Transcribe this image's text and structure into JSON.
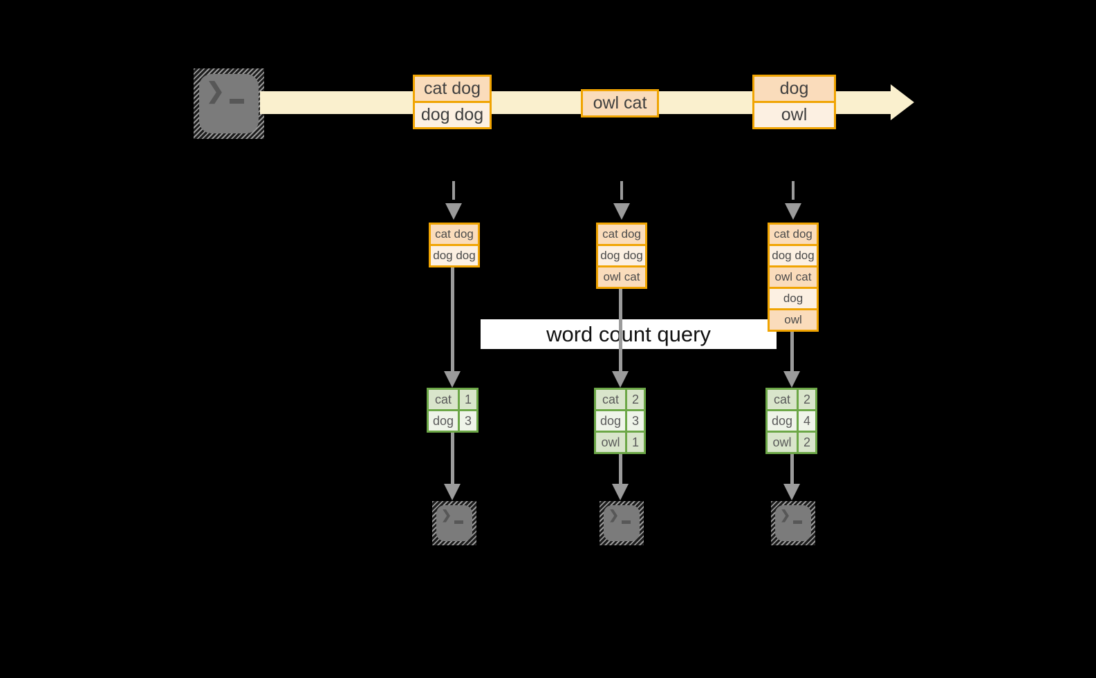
{
  "query": {
    "label": "word count query"
  },
  "icons": {
    "terminal_prompt": "❯"
  },
  "timeline": {
    "events": [
      {
        "lines": [
          "cat dog",
          "dog dog"
        ]
      },
      {
        "lines": [
          "owl cat"
        ]
      },
      {
        "lines": [
          "dog",
          "owl"
        ]
      }
    ]
  },
  "batches": [
    {
      "lines": [
        "cat dog",
        "dog dog"
      ]
    },
    {
      "lines": [
        "cat dog",
        "dog dog",
        "owl cat"
      ]
    },
    {
      "lines": [
        "cat dog",
        "dog dog",
        "owl cat",
        "dog",
        "owl"
      ]
    }
  ],
  "results": [
    {
      "rows": [
        {
          "word": "cat",
          "count": "1"
        },
        {
          "word": "dog",
          "count": "3"
        }
      ]
    },
    {
      "rows": [
        {
          "word": "cat",
          "count": "2"
        },
        {
          "word": "dog",
          "count": "3"
        },
        {
          "word": "owl",
          "count": "1"
        }
      ]
    },
    {
      "rows": [
        {
          "word": "cat",
          "count": "2"
        },
        {
          "word": "dog",
          "count": "4"
        },
        {
          "word": "owl",
          "count": "2"
        }
      ]
    }
  ],
  "colors": {
    "background": "#000000",
    "stream_band": "#faf0ce",
    "event_border": "#f0a402",
    "event_fill_dark": "#fadcbb",
    "event_fill_light": "#fcf0e2",
    "result_border": "#6ca747",
    "result_fill_dark": "#d9e5cb",
    "result_fill_light": "#eff4e9",
    "arrow_gray": "#9b9b9b",
    "terminal_gray": "#7b7b7b",
    "query_band": "#ffffff"
  }
}
